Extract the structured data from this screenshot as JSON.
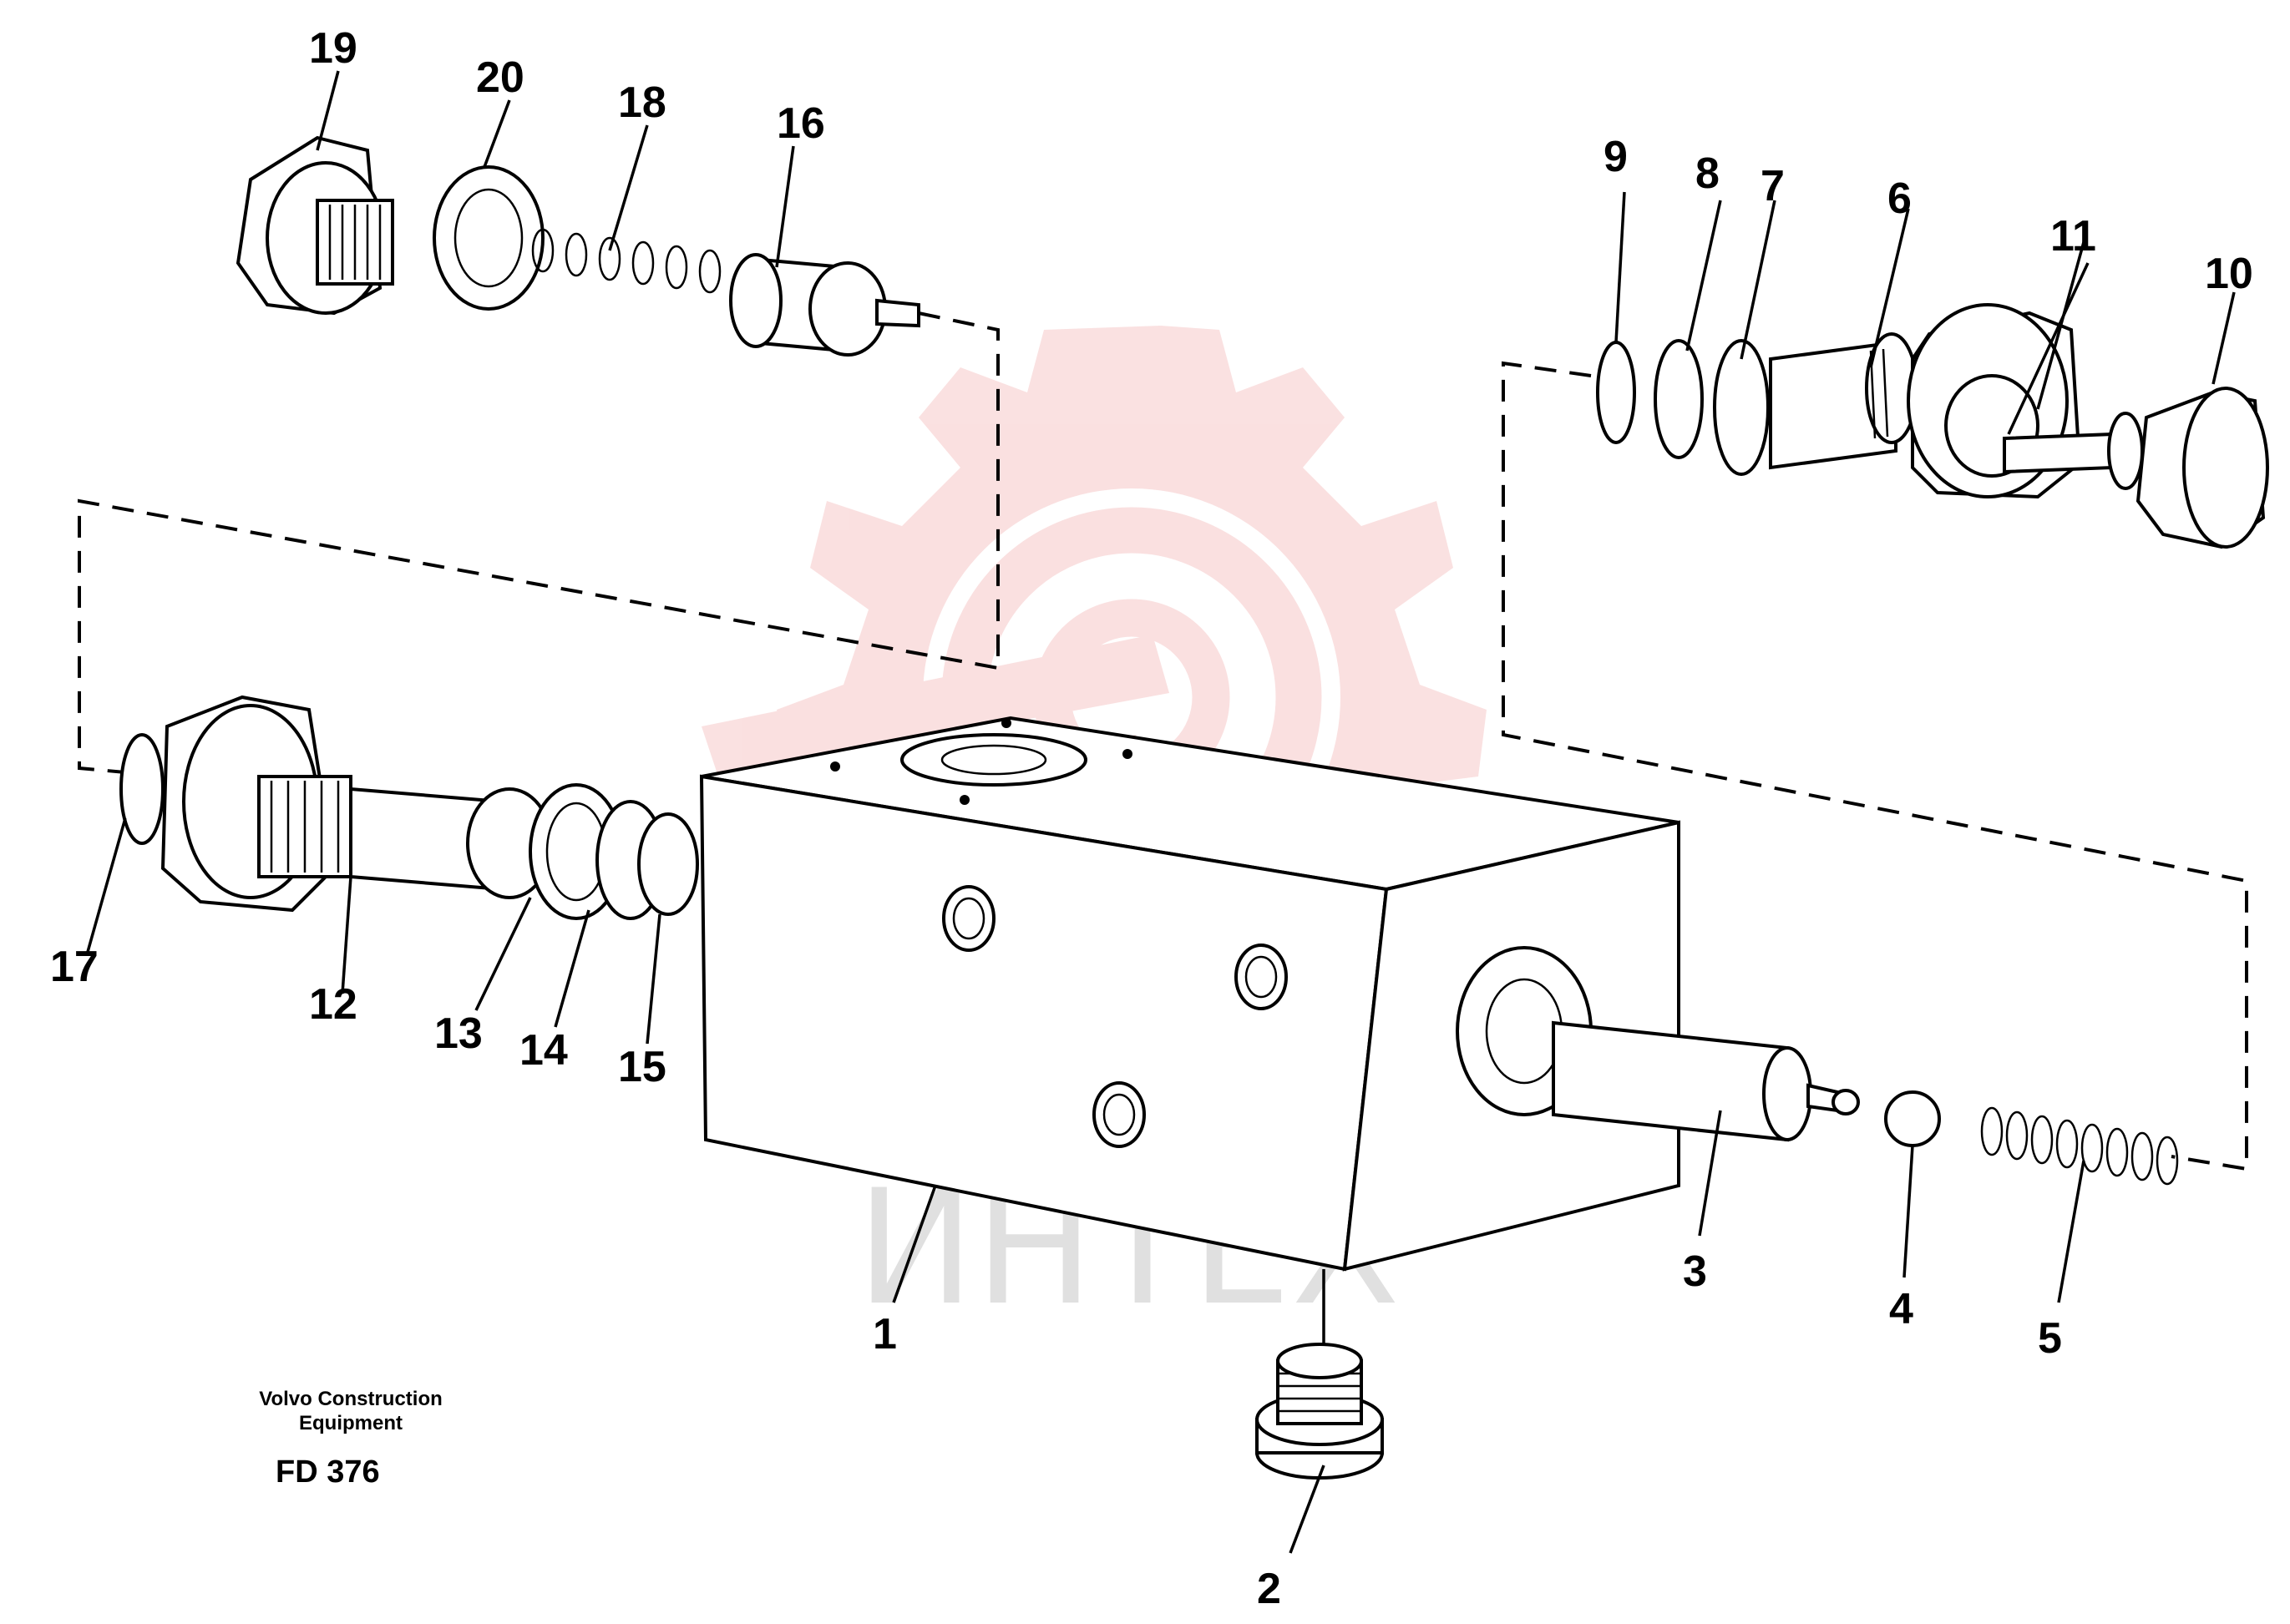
{
  "watermark": {
    "text": "ИНТЕХ",
    "color": "#f6c8c8"
  },
  "caption": {
    "line1": "Volvo Construction",
    "line2": "Equipment",
    "code": "FD 376"
  },
  "callouts": {
    "p1": "1",
    "p2": "2",
    "p3": "3",
    "p4": "4",
    "p5": "5",
    "p6": "6",
    "p7": "7",
    "p8": "8",
    "p9": "9",
    "p10": "10",
    "p11": "11",
    "p12": "12",
    "p13": "13",
    "p14": "14",
    "p15": "15",
    "p16": "16",
    "p17": "17",
    "p18": "18",
    "p19": "19",
    "p20": "20"
  }
}
